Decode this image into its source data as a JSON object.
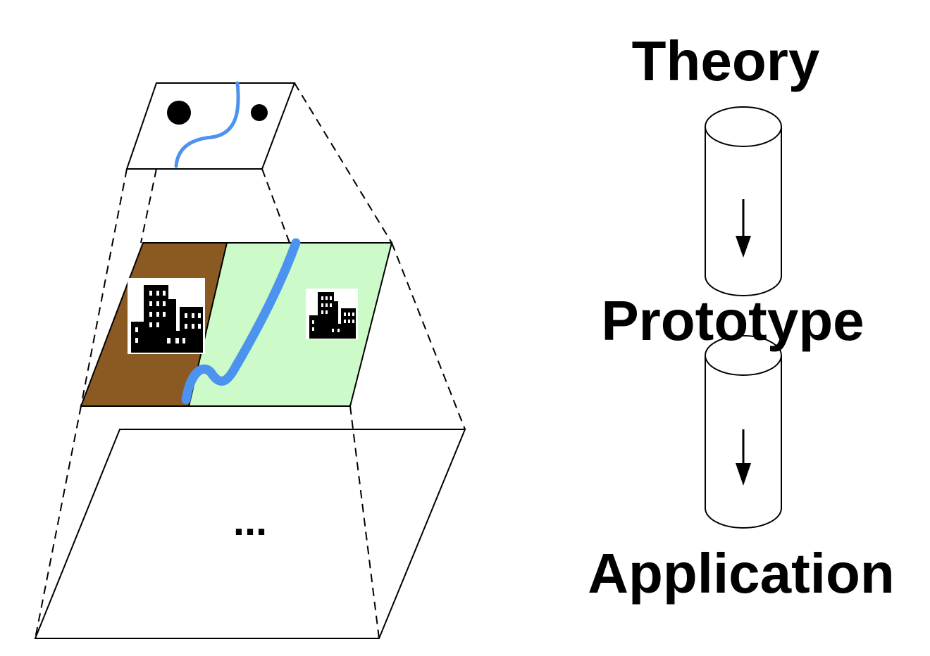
{
  "labels": {
    "theory": "Theory",
    "prototype": "Prototype",
    "application": "Application",
    "ellipsis": "..."
  },
  "colors": {
    "land_brown": "#8b5a22",
    "land_green": "#ccfac8",
    "river_blue": "#4b93ee",
    "outline": "#000000",
    "background": "#ffffff"
  },
  "icons": {
    "top_layer": [
      "large-dot-icon",
      "small-dot-icon",
      "river-line-icon"
    ],
    "middle_layer": [
      "city-buildings-icon",
      "town-buildings-icon",
      "river-icon"
    ],
    "pipeline": [
      "cylinder-icon",
      "down-arrow-icon"
    ]
  }
}
